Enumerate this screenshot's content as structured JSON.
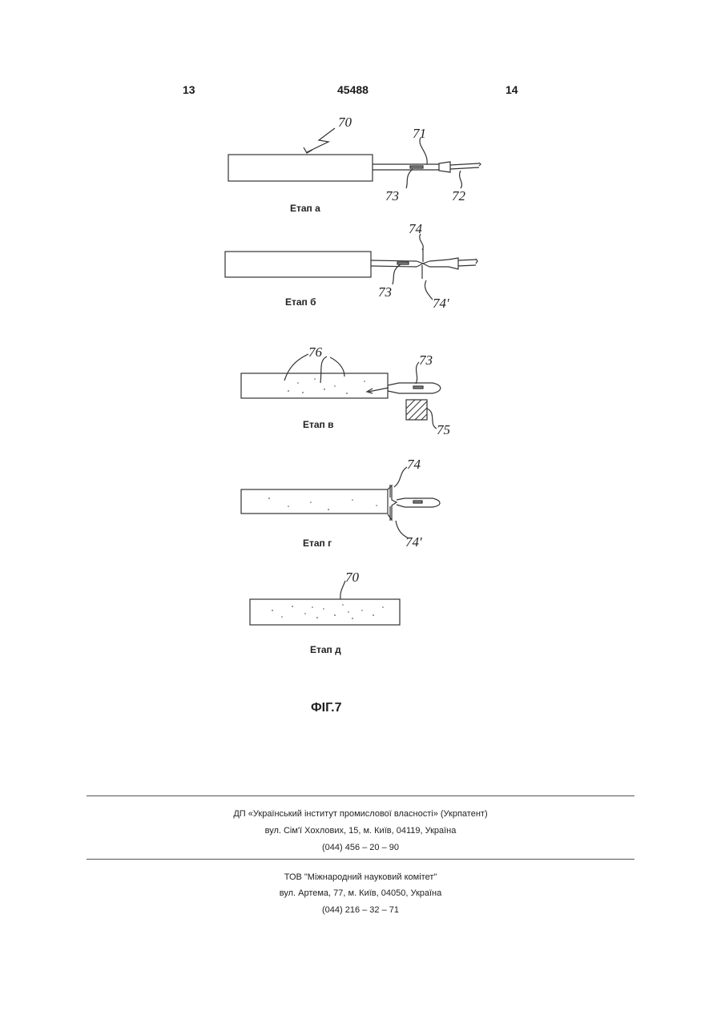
{
  "header": {
    "page_left": "13",
    "patent_number": "45488",
    "page_right": "14"
  },
  "figure": {
    "caption": "ФІГ.7",
    "stages": {
      "a": "Етап а",
      "b": "Етап б",
      "v": "Етап в",
      "g": "Етап г",
      "d": "Етап д"
    },
    "refs": {
      "r70": "70",
      "r71": "71",
      "r72": "72",
      "r73": "73",
      "r74": "74",
      "r74p": "74'",
      "r75": "75",
      "r76": "76"
    }
  },
  "footer": {
    "block1": {
      "line1": "ДП «Український інститут промислової власності» (Укрпатент)",
      "line2": "вул. Сім'ї Хохлових, 15, м. Київ, 04119, Україна",
      "line3": "(044) 456 – 20 – 90"
    },
    "block2": {
      "line1": "ТОВ \"Міжнародний науковий комітет\"",
      "line2": "вул. Артема, 77, м. Київ, 04050, Україна",
      "line3": "(044) 216 – 32 – 71"
    }
  }
}
